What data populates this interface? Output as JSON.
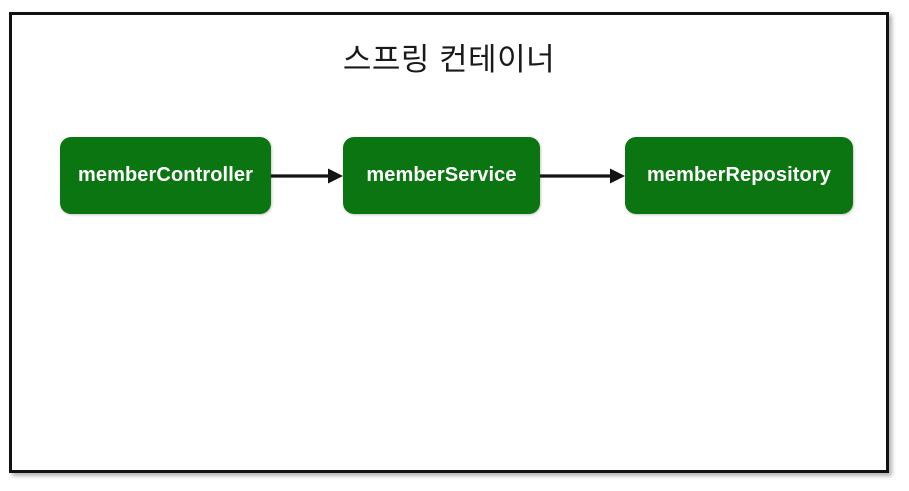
{
  "diagram": {
    "title": "스프링 컨테이너",
    "type": "flow",
    "background_color": "#ffffff",
    "border_color": "#111111",
    "node_fill_color": "#0b7511",
    "node_text_color": "#ffffff",
    "arrow_color": "#131313",
    "nodes": [
      {
        "id": "memberController",
        "label": "memberController"
      },
      {
        "id": "memberService",
        "label": "memberService"
      },
      {
        "id": "memberRepository",
        "label": "memberRepository"
      }
    ],
    "edges": [
      {
        "from": "memberController",
        "to": "memberService",
        "style": "solid-arrow"
      },
      {
        "from": "memberService",
        "to": "memberRepository",
        "style": "solid-arrow"
      }
    ]
  }
}
